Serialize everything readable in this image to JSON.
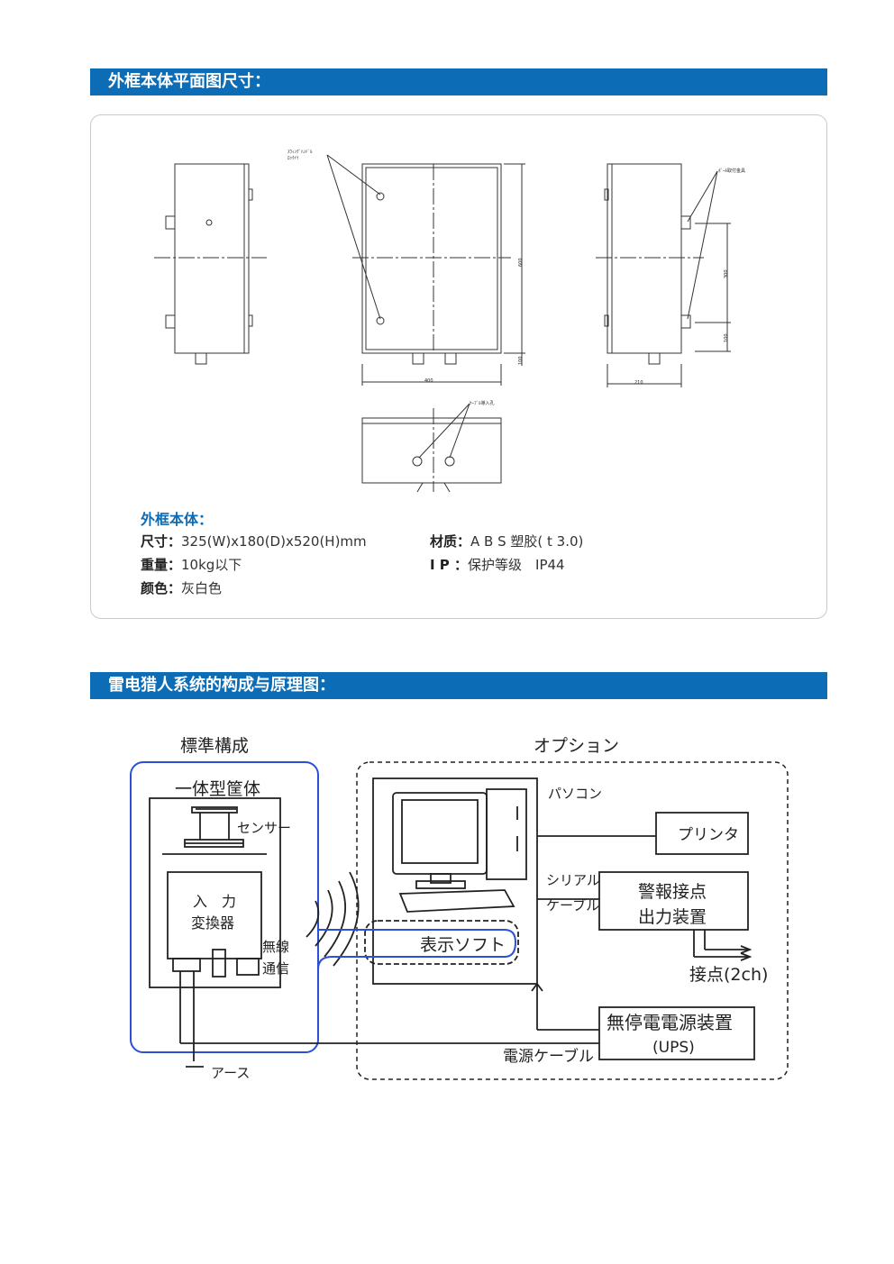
{
  "section1": {
    "title": "外框本体平面图尺寸："
  },
  "drawing": {
    "label_lock": "ｽｳｨﾝｸﾞﾊﾝﾄﾞﾙ",
    "label_lock2": "ﾛｯｸｲｲ",
    "label_bracket": "ﾎﾟｰﾙ取付金具",
    "label_cable": "ｹｰﾌﾞﾙ導入孔",
    "dim_width": "400",
    "dim_height": "600",
    "dim_depth": "210",
    "dim_bracket": "300",
    "dim_bottom": "100",
    "dim_margin": "100"
  },
  "specs": {
    "heading": "外框本体：",
    "size_label": "尺寸：",
    "size_value": "325(W)x180(D)x520(H)mm",
    "material_label": "材质：",
    "material_value": "A B S 塑胶( t 3.0)",
    "weight_label": "重量：",
    "weight_value": "10kg以下",
    "ip_label": "I P ：",
    "ip_value": "保护等级　IP44",
    "color_label": "颜色：",
    "color_value": "灰白色"
  },
  "section2": {
    "title": "雷电猎人系统的构成与原理图："
  },
  "system": {
    "standard": "標準構成",
    "option": "オプション",
    "housing": "一体型筐体",
    "sensor": "センサー",
    "converter_line1": "入　力",
    "converter_line2": "変換器",
    "wireless_line1": "無線",
    "wireless_line2": "通信",
    "pc": "パソコン",
    "printer": "プリンタ",
    "serial_line1": "シリアル",
    "serial_line2": "ケーブル",
    "alarm_line1": "警報接点",
    "alarm_line2": "出力装置",
    "display_soft": "表示ソフト",
    "contact": "接点(2ch)",
    "ups_line1": "無停電電源装置",
    "ups_line2": "(UPS)",
    "power_cable": "電源ケーブル",
    "earth": "アース"
  },
  "colors": {
    "bar": "#0c6cb5",
    "accent": "#0c6cb5",
    "standard_outline": "#2b4fd6"
  }
}
